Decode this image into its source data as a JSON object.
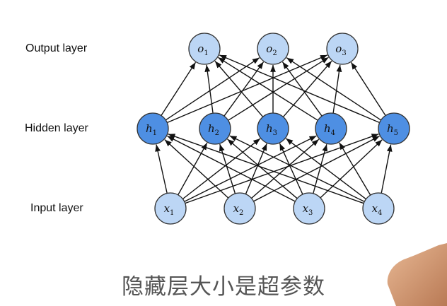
{
  "labels": {
    "output": "Output layer",
    "hidden": "Hidden layer",
    "input": "Input layer"
  },
  "caption": "隐藏层大小是超参数",
  "colors": {
    "input_fill": "#bcd6f5",
    "hidden_fill": "#4e8fe3",
    "output_fill": "#bcd6f5",
    "node_stroke": "#333333",
    "edge": "#111111",
    "label_text": "#111111",
    "caption_text": "#555555",
    "hand": "#d9a27d"
  },
  "network": {
    "input": [
      {
        "base": "x",
        "sub": "1"
      },
      {
        "base": "x",
        "sub": "2"
      },
      {
        "base": "x",
        "sub": "3"
      },
      {
        "base": "x",
        "sub": "4"
      }
    ],
    "hidden": [
      {
        "base": "h",
        "sub": "1"
      },
      {
        "base": "h",
        "sub": "2"
      },
      {
        "base": "h",
        "sub": "3"
      },
      {
        "base": "h",
        "sub": "4"
      },
      {
        "base": "h",
        "sub": "5"
      }
    ],
    "output": [
      {
        "base": "o",
        "sub": "1"
      },
      {
        "base": "o",
        "sub": "2"
      },
      {
        "base": "o",
        "sub": "3"
      }
    ],
    "fully_connected": true
  }
}
